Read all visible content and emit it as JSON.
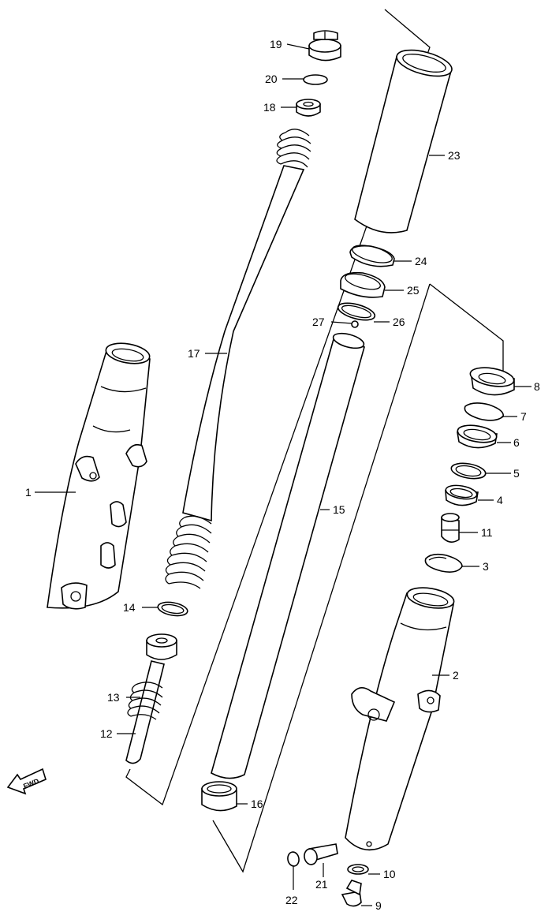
{
  "callouts": {
    "c1": "1",
    "c2": "2",
    "c3": "3",
    "c4": "4",
    "c5": "5",
    "c6": "6",
    "c7": "7",
    "c8": "8",
    "c9": "9",
    "c10": "10",
    "c11": "11",
    "c12": "12",
    "c13": "13",
    "c14": "14",
    "c15": "15",
    "c16": "16",
    "c17": "17",
    "c18": "18",
    "c19": "19",
    "c20": "20",
    "c21": "21",
    "c22": "22",
    "c23": "23",
    "c24": "24",
    "c25": "25",
    "c26": "26",
    "c27": "27"
  },
  "fwd_label": "FWD"
}
